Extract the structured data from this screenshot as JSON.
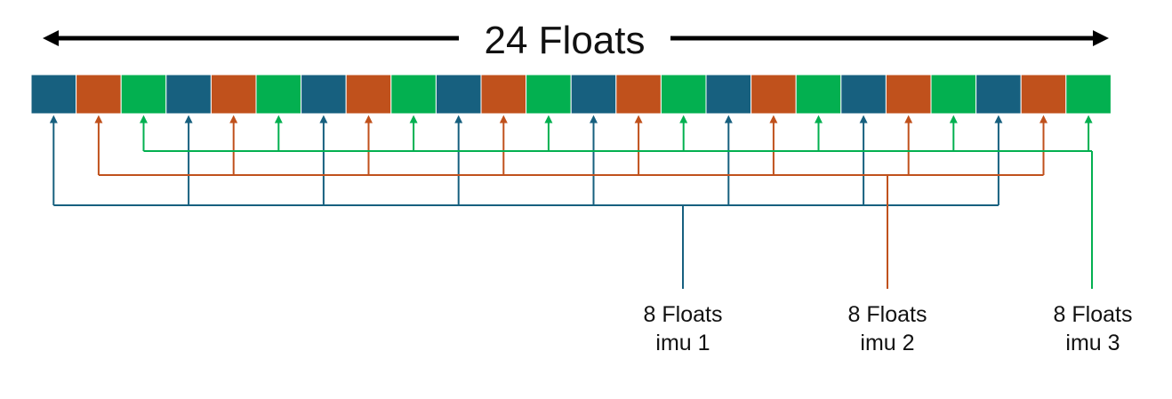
{
  "title": "24 Floats",
  "colors": {
    "imu1": "#17607f",
    "imu2": "#c0511c",
    "imu3": "#03b050",
    "arrow": "#000000"
  },
  "sequence": [
    "imu1",
    "imu2",
    "imu3",
    "imu1",
    "imu2",
    "imu3",
    "imu1",
    "imu2",
    "imu3",
    "imu1",
    "imu2",
    "imu3",
    "imu1",
    "imu2",
    "imu3",
    "imu1",
    "imu2",
    "imu3",
    "imu1",
    "imu2",
    "imu3",
    "imu1",
    "imu2",
    "imu3"
  ],
  "groups": [
    {
      "id": "imu1",
      "line1": "8 Floats",
      "line2": "imu 1"
    },
    {
      "id": "imu2",
      "line1": "8 Floats",
      "line2": "imu 2"
    },
    {
      "id": "imu3",
      "line1": "8 Floats",
      "line2": "imu 3"
    }
  ]
}
